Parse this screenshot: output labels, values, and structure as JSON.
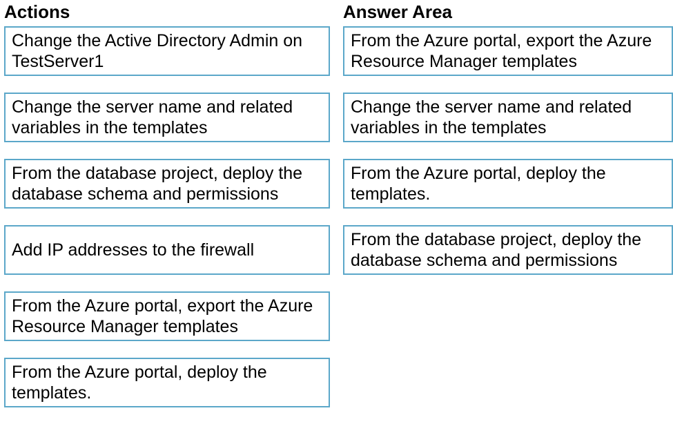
{
  "colors": {
    "box_border": "#5ba7c9",
    "text": "#000000",
    "background": "#ffffff"
  },
  "actions": {
    "title": "Actions",
    "items": [
      "Change the Active Directory Admin on TestServer1",
      "Change the server name and related variables in the templates",
      "From the database project, deploy the database schema and permissions",
      "Add IP addresses to the firewall",
      "From the Azure portal, export the Azure Resource Manager templates",
      "From the Azure portal, deploy the templates."
    ]
  },
  "answer_area": {
    "title": "Answer Area",
    "items": [
      "From the Azure portal, export the Azure Resource Manager templates",
      "Change the server name and related variables in the templates",
      "From the Azure portal, deploy the templates.",
      "From the database project, deploy the database schema and permissions"
    ]
  }
}
